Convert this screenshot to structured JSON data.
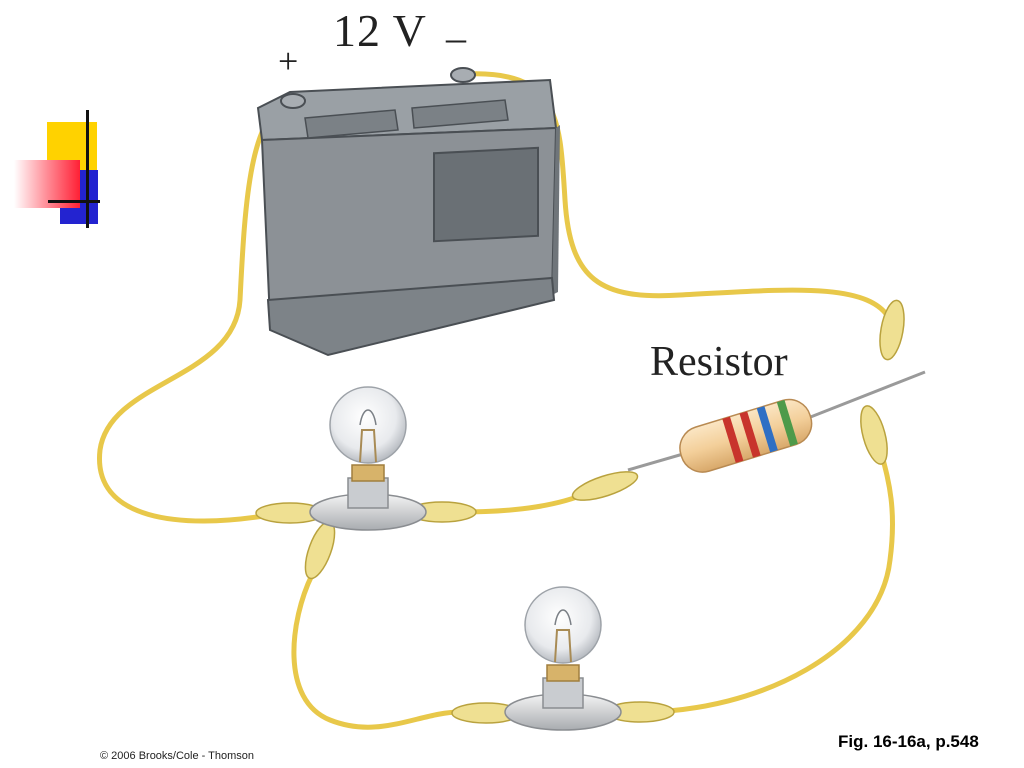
{
  "labels": {
    "voltage": "12 V",
    "positive": "+",
    "negative": "–",
    "resistor": "Resistor"
  },
  "footer": {
    "copyright": "© 2006 Brooks/Cole - Thomson",
    "figure": "Fig. 16-16a, p.548"
  },
  "colors": {
    "wire": "#e8c84a",
    "battery_body": "#8c9196",
    "battery_dark": "#5d6368",
    "resistor_body": "#f3cf9a",
    "band_red": "#c8342c",
    "band_blue": "#2f6fc4",
    "band_green": "#4e9a4a",
    "clip": "#efe092",
    "deco_yellow": "#ffd200",
    "deco_blue": "#2323d0",
    "deco_red": "#ff3344"
  }
}
